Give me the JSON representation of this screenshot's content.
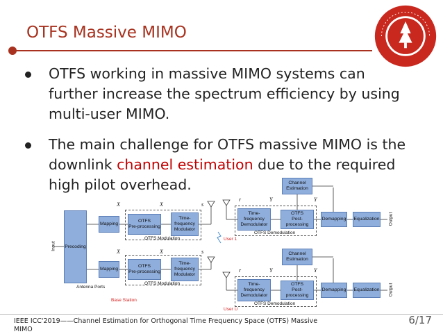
{
  "slide": {
    "title": "OTFS Massive MIMO",
    "bullets": [
      {
        "text": "OTFS working in massive MIMO systems can further increase the spectrum efficiency by using multi-user MIMO."
      },
      {
        "before": "The main challenge for OTFS massive MIMO is the downlink ",
        "highlight": "channel estimation",
        "after": " due to the required high pilot overhead."
      }
    ],
    "footer": "IEEE ICC'2019——Channel Estimation for Orthogonal Time Frequency Space (OTFS) Massive MIMO",
    "page": "6/17",
    "accent_color": "#a8321f",
    "highlight_color": "#c00000"
  },
  "diagram": {
    "base": {
      "precoding": "Precoding",
      "input": "Input",
      "mapping": "Mapping",
      "otfs_pre": "OTFS\nPre-processing",
      "tf_mod": "Time-\nfrequency\nModulator",
      "otfs_mod": "OTFS Modulation",
      "antenna_ports": "Antenna Ports",
      "base_station": "Base Station",
      "sym_x_dd": "X",
      "sym_x_tf": "X",
      "sym_s": "s"
    },
    "user": {
      "channel_est": "Channel\nEstimation",
      "tf_demod": "Time-\nfrequency\nDemodulator",
      "otfs_post": "OTFS\nPost-processing",
      "demapping": "Demapping",
      "equalization": "Equalization",
      "output": "Output",
      "otfs_demod": "OTFS Demodulation",
      "user1": "User 1",
      "userU": "User U",
      "sym_r": "r",
      "sym_y_tf": "Y",
      "sym_y_dd": "Y"
    }
  }
}
